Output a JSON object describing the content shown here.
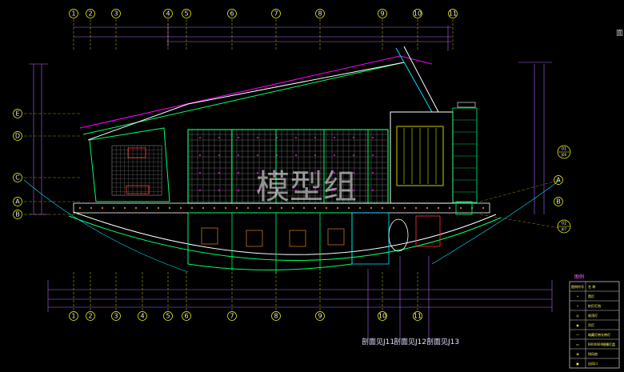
{
  "watermark": "模型组",
  "grid_top": [
    "1",
    "2",
    "3",
    "4",
    "5",
    "6",
    "7",
    "8",
    "9",
    "10",
    "11"
  ],
  "grid_bottom": [
    "1",
    "2",
    "3",
    "4",
    "5",
    "6",
    "7",
    "8",
    "9",
    "10",
    "11"
  ],
  "grid_left": [
    "E",
    "D",
    "C",
    "A",
    "B"
  ],
  "grid_right_circles": [
    {
      "top": "01",
      "bottom": "J06"
    },
    {
      "top": "02",
      "bottom": "J07"
    }
  ],
  "grid_right_letters": [
    "A",
    "B"
  ],
  "section_labels": [
    "剖面见J11",
    "剖面见J12",
    "剖面见J13"
  ],
  "legend": {
    "title": "图例",
    "rows": [
      {
        "symbol": "图例符号",
        "text": "名 称"
      },
      {
        "symbol": "•",
        "text": "筒灯"
      },
      {
        "symbol": "•",
        "text": "射灯灯泡"
      },
      {
        "symbol": "◎",
        "text": "吸顶灯"
      },
      {
        "symbol": "◉",
        "text": "吊灯"
      },
      {
        "symbol": "—",
        "text": "暗藏灯带光带灯"
      },
      {
        "symbol": "▭",
        "text": "600X600格栅灯盘"
      },
      {
        "symbol": "⊠",
        "text": "排风扇"
      },
      {
        "symbol": "▣",
        "text": "出风口"
      }
    ]
  },
  "right_edge_char": "面",
  "colors": {
    "grid_line": "#ffff00",
    "dimension": "#b066ff",
    "wall": "#ffffff",
    "ceiling_grid": "#808080",
    "green": "#00ff66",
    "magenta": "#ff00ff",
    "cyan": "#00e0ff",
    "orange": "#ff9933",
    "red": "#ff3333"
  }
}
